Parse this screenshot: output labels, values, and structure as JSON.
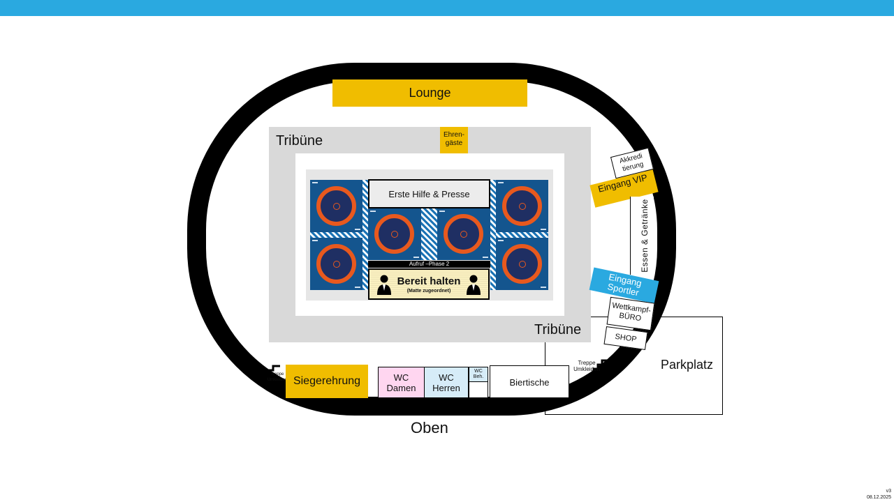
{
  "map": {
    "lounge": "Lounge",
    "tribune_top": "Tribüne",
    "tribune_bottom": "Tribüne",
    "ehrengaeste": "Ehren-gäste",
    "erste_hilfe": "Erste Hilfe & Presse",
    "aufruf": "Aufruf –Phase 2",
    "bereit_title": "Bereit halten",
    "bereit_sub": "(Matte zugeordnet)",
    "akkreditierung": "Akkredi tierung",
    "eingang_vip": "Eingang VIP",
    "essen": "Essen & Getränke",
    "eingang_sportler": "Eingang Sportler",
    "wettkampf": "Wettkampf-BÜRO",
    "shop": "SHOP",
    "parkplatz": "Parkplatz",
    "treppe_left": "Treppe Umkleiden",
    "siegerehrung": "Siegerehrung",
    "wc_damen": "WC Damen",
    "wc_herren": "WC Herren",
    "wc_beh": "WC Beh.",
    "biertische": "Biertische",
    "treppe_right": "Treppe Umkleiden",
    "oben": "Oben",
    "version": "v3",
    "date": "08.12.2025"
  },
  "colors": {
    "accent_blue": "#2aa9e0",
    "gold": "#f0bd00",
    "mat_blue": "#14558e",
    "mat_ring": "#e8591e",
    "wc_damen": "#ffd6f0",
    "wc_herren": "#d6ecf8"
  },
  "icons": [
    "person-icon",
    "stairs-icon"
  ]
}
